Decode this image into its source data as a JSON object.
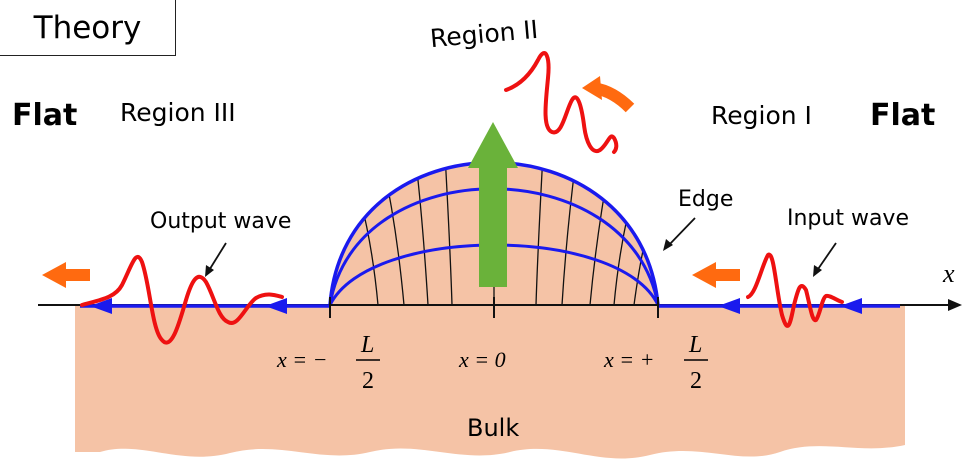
{
  "header": {
    "title": "Theory"
  },
  "labels": {
    "flat_left": "Flat",
    "flat_right": "Flat",
    "region_three": "Region III",
    "region_one": "Region I",
    "region_two": "Region II",
    "output_wave": "Output wave",
    "input_wave": "Input wave",
    "edge": "Edge",
    "bulk": "Bulk",
    "axis_x": "x"
  },
  "ticks": {
    "left": {
      "lhs": "x = −",
      "num": "L",
      "den": "2"
    },
    "center": {
      "lhs": "x = 0"
    },
    "right": {
      "lhs": "x = +",
      "num": "L",
      "den": "2"
    }
  },
  "colors": {
    "bulk_fill": "#f5c3a6",
    "edge_blue": "#1a1aee",
    "wave_red": "#ee1111",
    "arrow_orange": "#ff6a10",
    "arrow_green": "#6ab23a"
  }
}
